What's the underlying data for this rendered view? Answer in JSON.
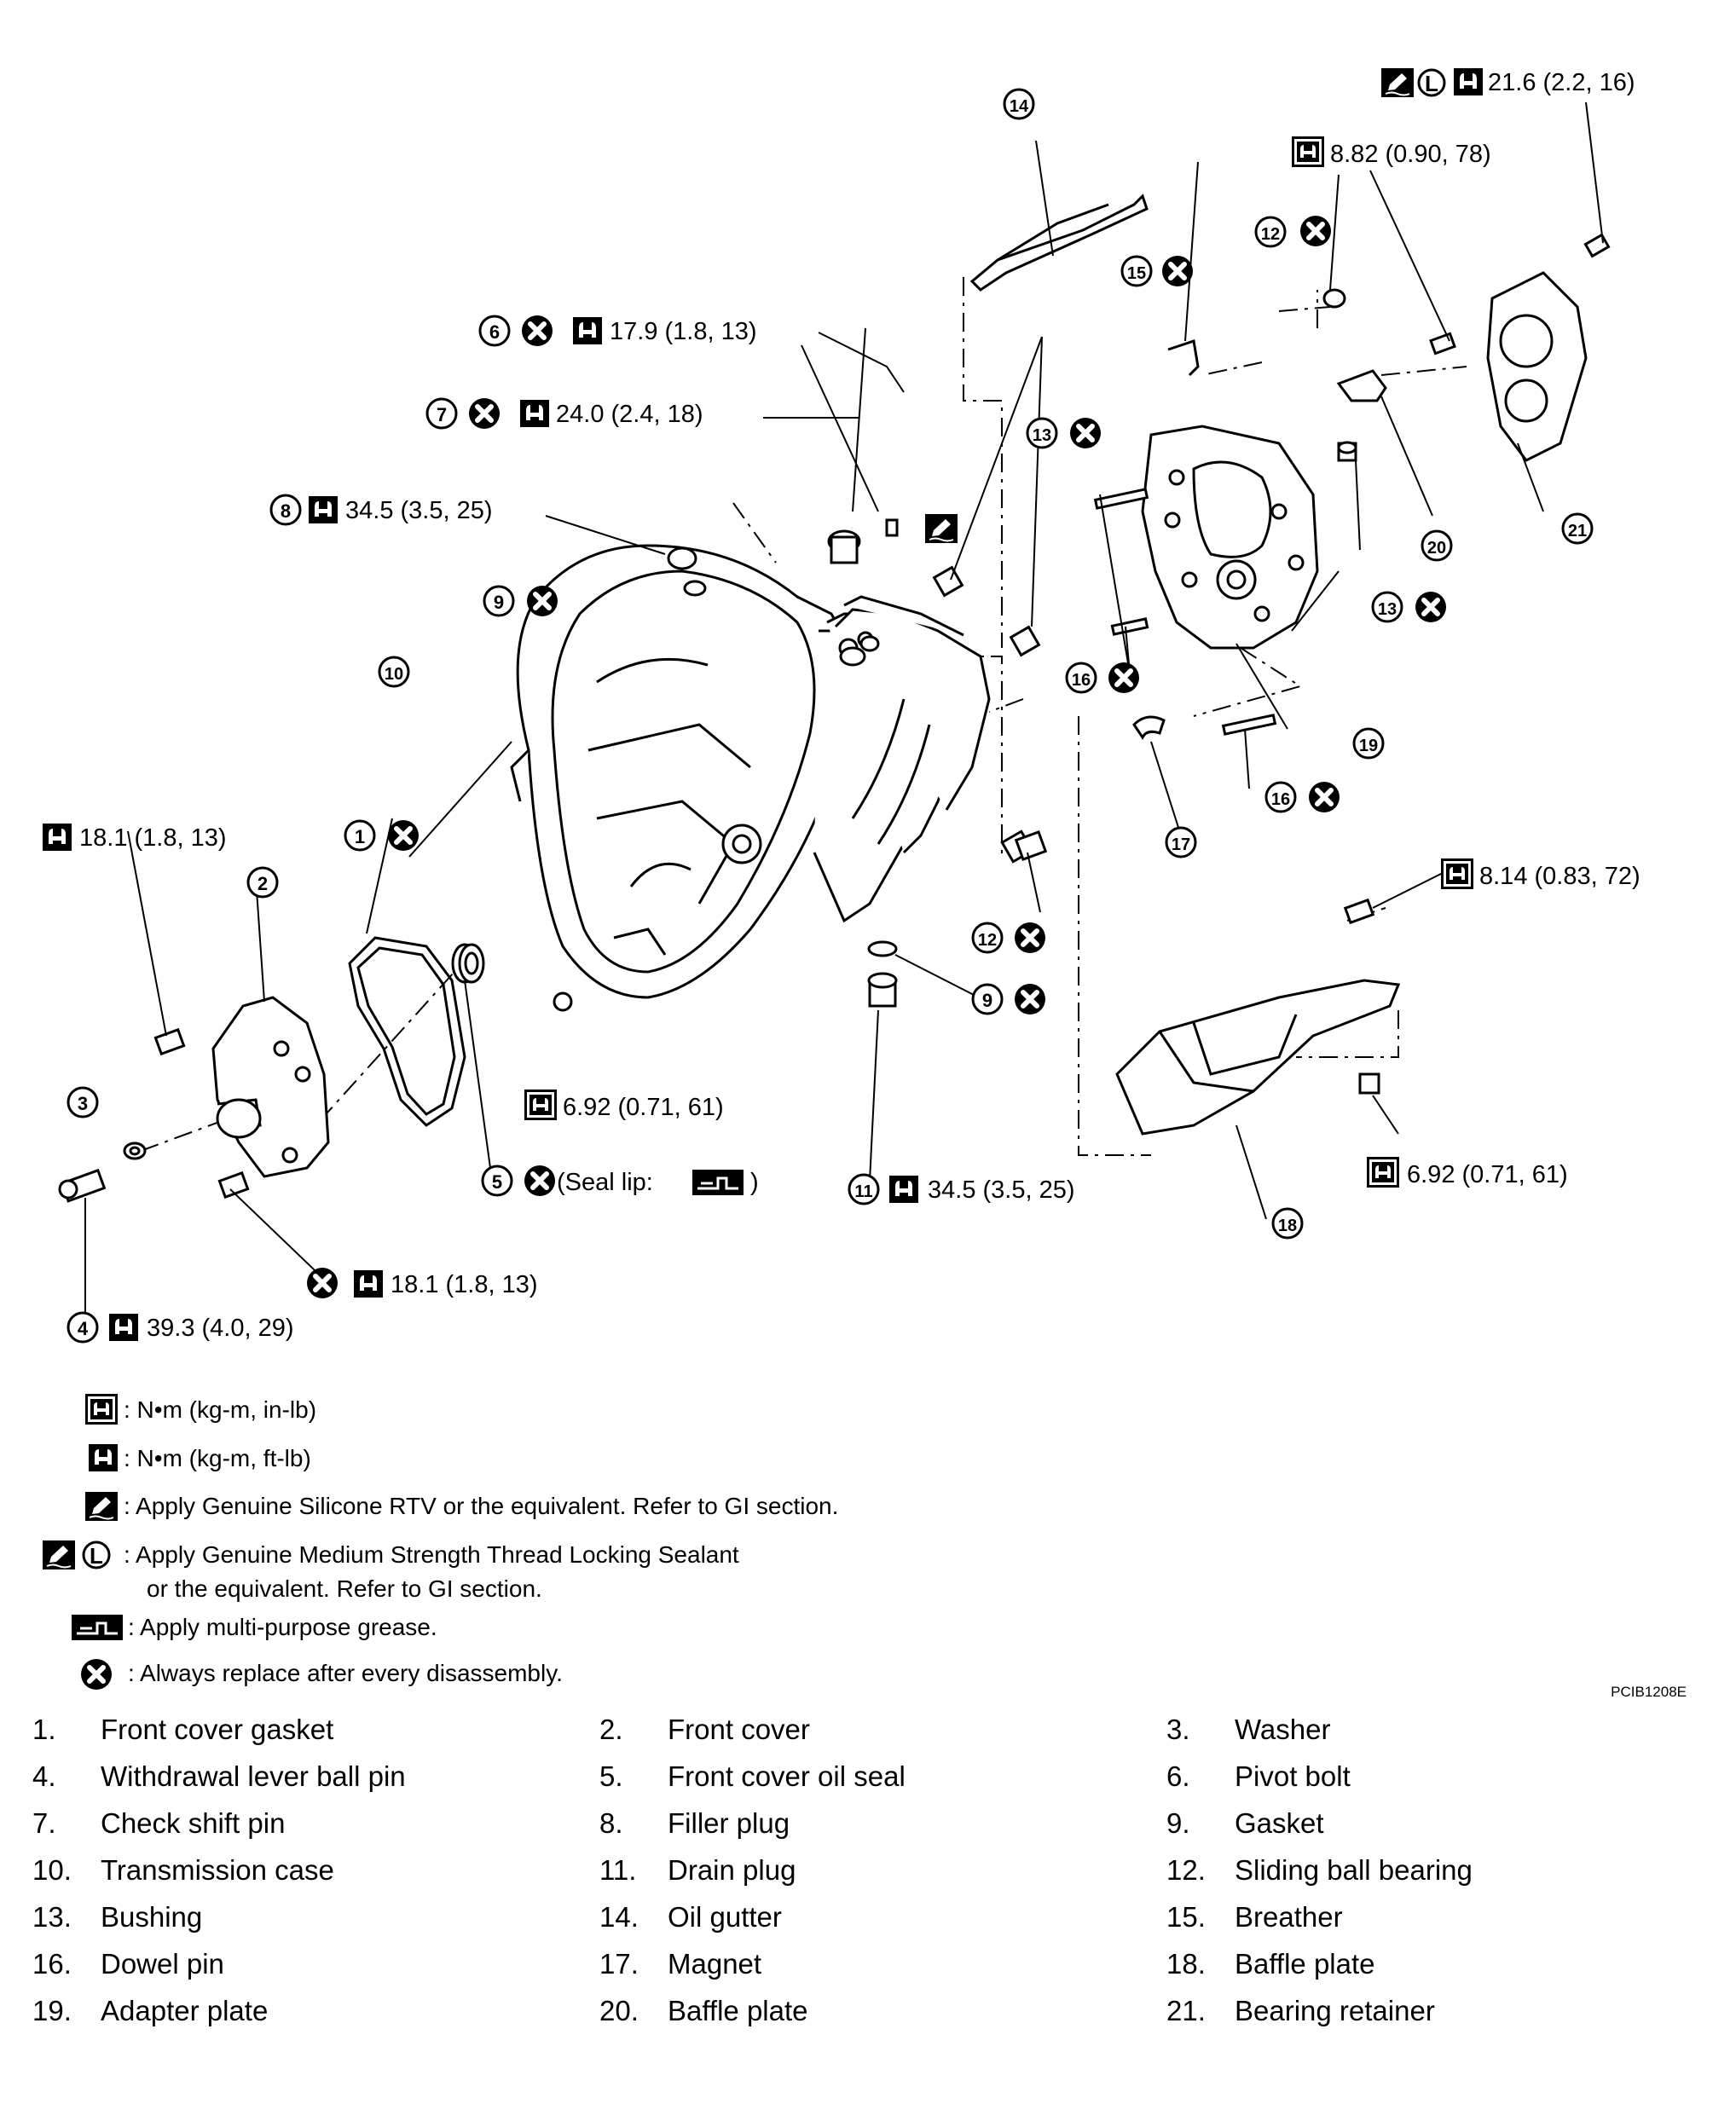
{
  "torques": {
    "t21": "21.6 (2.2, 16)",
    "t20": "8.82 (0.90, 78)",
    "t6": "17.9 (1.8, 13)",
    "t7": "24.0 (2.4, 18)",
    "t8": "34.5 (3.5, 25)",
    "t2": "18.1 (1.8, 13)",
    "t18a": "8.14 (0.83, 72)",
    "tcase": "6.92 (0.71, 61)",
    "t18b": "6.92 (0.71, 61)",
    "t11": "34.5 (3.5, 25)",
    "t2b": "18.1 (1.8, 13)",
    "t4": "39.3 (4.0, 29)"
  },
  "seal_note": "(Seal lip:",
  "seal_note_end": ")",
  "callouts": {
    "c1": "1",
    "c2": "2",
    "c3": "3",
    "c4": "4",
    "c5": "5",
    "c6": "6",
    "c7": "7",
    "c8": "8",
    "c9": "9",
    "c10": "10",
    "c11": "11",
    "c12": "12",
    "c13": "13",
    "c14": "14",
    "c15": "15",
    "c16": "16",
    "c17": "17",
    "c18": "18",
    "c19": "19",
    "c20": "20",
    "c21": "21"
  },
  "legend": {
    "nm_in": ": N•m (kg-m, in-lb)",
    "nm_ft": ": N•m (kg-m, ft-lb)",
    "rtv": ": Apply Genuine Silicone RTV or the equivalent. Refer to GI section.",
    "lock_1": ": Apply Genuine Medium Strength Thread Locking Sealant",
    "lock_2": "or the equivalent. Refer to GI section.",
    "grease": ": Apply multi-purpose grease.",
    "replace": ": Always replace after every disassembly."
  },
  "figure_code": "PCIB1208E",
  "parts": [
    {
      "num": "1.",
      "name": "Front cover gasket"
    },
    {
      "num": "2.",
      "name": "Front cover"
    },
    {
      "num": "3.",
      "name": "Washer"
    },
    {
      "num": "4.",
      "name": "Withdrawal lever ball pin"
    },
    {
      "num": "5.",
      "name": "Front cover oil seal"
    },
    {
      "num": "6.",
      "name": "Pivot bolt"
    },
    {
      "num": "7.",
      "name": "Check shift pin"
    },
    {
      "num": "8.",
      "name": "Filler plug"
    },
    {
      "num": "9.",
      "name": "Gasket"
    },
    {
      "num": "10.",
      "name": "Transmission case"
    },
    {
      "num": "11.",
      "name": "Drain plug"
    },
    {
      "num": "12.",
      "name": "Sliding ball bearing"
    },
    {
      "num": "13.",
      "name": "Bushing"
    },
    {
      "num": "14.",
      "name": "Oil gutter"
    },
    {
      "num": "15.",
      "name": "Breather"
    },
    {
      "num": "16.",
      "name": "Dowel pin"
    },
    {
      "num": "17.",
      "name": "Magnet"
    },
    {
      "num": "18.",
      "name": "Baffle plate"
    },
    {
      "num": "19.",
      "name": "Adapter plate"
    },
    {
      "num": "20.",
      "name": "Baffle plate"
    },
    {
      "num": "21.",
      "name": "Bearing retainer"
    }
  ]
}
